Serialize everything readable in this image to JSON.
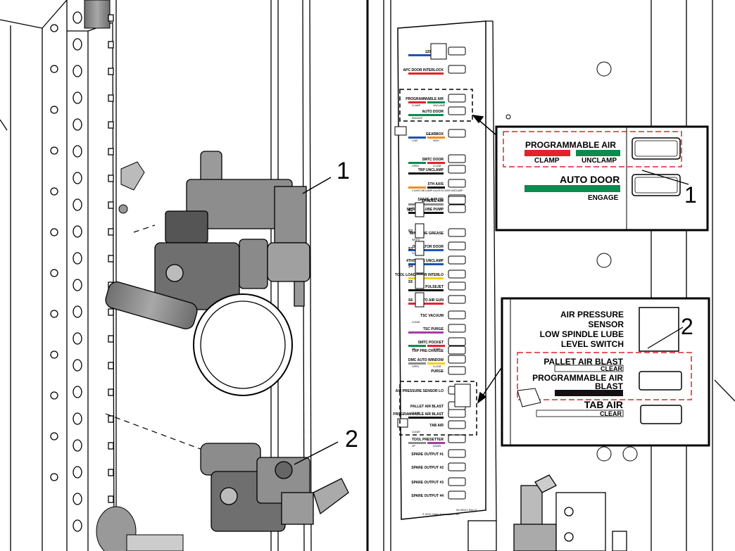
{
  "callouts": {
    "one": "1",
    "two": "2"
  },
  "panel": {
    "rows": [
      {
        "label": "120 VAC IN"
      },
      {
        "label": "APC DOOR INTERLOCK"
      },
      {
        "label": "PROGRAMMABLE AIR",
        "subs": [
          "CLAMP",
          "UNCLAMP"
        ]
      },
      {
        "label": "AUTO DOOR",
        "subs": [
          "ENGAGE"
        ]
      },
      {
        "label": "GEARBOX",
        "subs": [
          "LOW",
          "HIGH"
        ]
      },
      {
        "label": "SMTC DOOR",
        "subs": [
          "OPEN",
          "CLOSE"
        ]
      },
      {
        "label": "TRP UNCLAMP"
      },
      {
        "label": "5TH AXIS",
        "subs": [
          "C AXIS UNCLAMP",
          "A AXIS EC1600 UNCLAMP"
        ]
      },
      {
        "label": "SPARE INPUTS"
      },
      {
        "label": "SPINDLE AIR",
        "subs": [
          "CLEAR"
        ]
      },
      {
        "label": "SPINDLE LUBE PUMP"
      },
      {
        "label": "MIN. LUBE GREASE",
        "subs": [
          "WRITE"
        ]
      },
      {
        "label": "OPERATOR DOOR",
        "subs": [
          "CLEAR"
        ]
      },
      {
        "label": "4TH/5 AXIS UNCLAMP"
      },
      {
        "label": "TOOL LOAD DOOR INTERLOCK"
      },
      {
        "label": "PULSEJET"
      },
      {
        "label": "AUTO AIR GUN"
      },
      {
        "label": "TSC VACUUM",
        "subs": [
          "CLEAR"
        ]
      },
      {
        "label": "TSC PURGE"
      },
      {
        "label": "SMTC POCKET",
        "subs": [
          "UP",
          "DOWN"
        ]
      },
      {
        "label": "TRP PRE-CHARGE"
      },
      {
        "label": "DMC AUTO WINDOW",
        "subs": [
          "OPEN",
          "CLOSE"
        ]
      },
      {
        "label": "PURGE"
      },
      {
        "label": "AIR PRESSURE SENSOR LOW SPINDLE LUBE LEVEL SWITCH"
      },
      {
        "label": "PALLET AIR BLAST",
        "subs": [
          "CLEAR"
        ]
      },
      {
        "label": "PROGRAMMABLE AIR BLAST"
      },
      {
        "label": "TAB AIR",
        "subs": [
          "CLEAR"
        ]
      },
      {
        "label": "TOOL PRESETTER",
        "subs": [
          "UP",
          "DOWN"
        ]
      },
      {
        "label": "SPARE OUTPUT #1"
      },
      {
        "label": "SPARE OUTPUT #2"
      },
      {
        "label": "SPARE OUTPUT #3"
      },
      {
        "label": "SPARE OUTPUT #4"
      }
    ],
    "spare_input_labels": [
      "S1",
      "S2",
      "S3",
      "S4",
      "S5",
      "S6"
    ],
    "footer": [
      "93-0992J Rev G",
      "© 2021 Haas Automation, Inc."
    ]
  },
  "detail1": {
    "prog_air": "PROGRAMMABLE AIR",
    "clamp": "CLAMP",
    "unclamp": "UNCLAMP",
    "auto_door": "AUTO DOOR",
    "engage": "ENGAGE"
  },
  "detail2": {
    "air_pressure": [
      "AIR PRESSURE",
      "SENSOR",
      "LOW SPINDLE LUBE",
      "LEVEL SWITCH"
    ],
    "pallet_air_blast": "PALLET AIR BLAST",
    "clear": "CLEAR",
    "prog_air_blast": [
      "PROGRAMMABLE AIR",
      "BLAST"
    ],
    "tab_air": "TAB AIR",
    "tab_clear": "CLEAR"
  },
  "colors": {
    "red": "#e3232a",
    "green": "#0d8a4e",
    "blue": "#1d55b4",
    "orange": "#f28c1c",
    "purple": "#a43ca8",
    "yellow": "#f5d10b",
    "gray": "#8a8a8a",
    "black": "#111111",
    "valve": "#8f8f8f"
  }
}
